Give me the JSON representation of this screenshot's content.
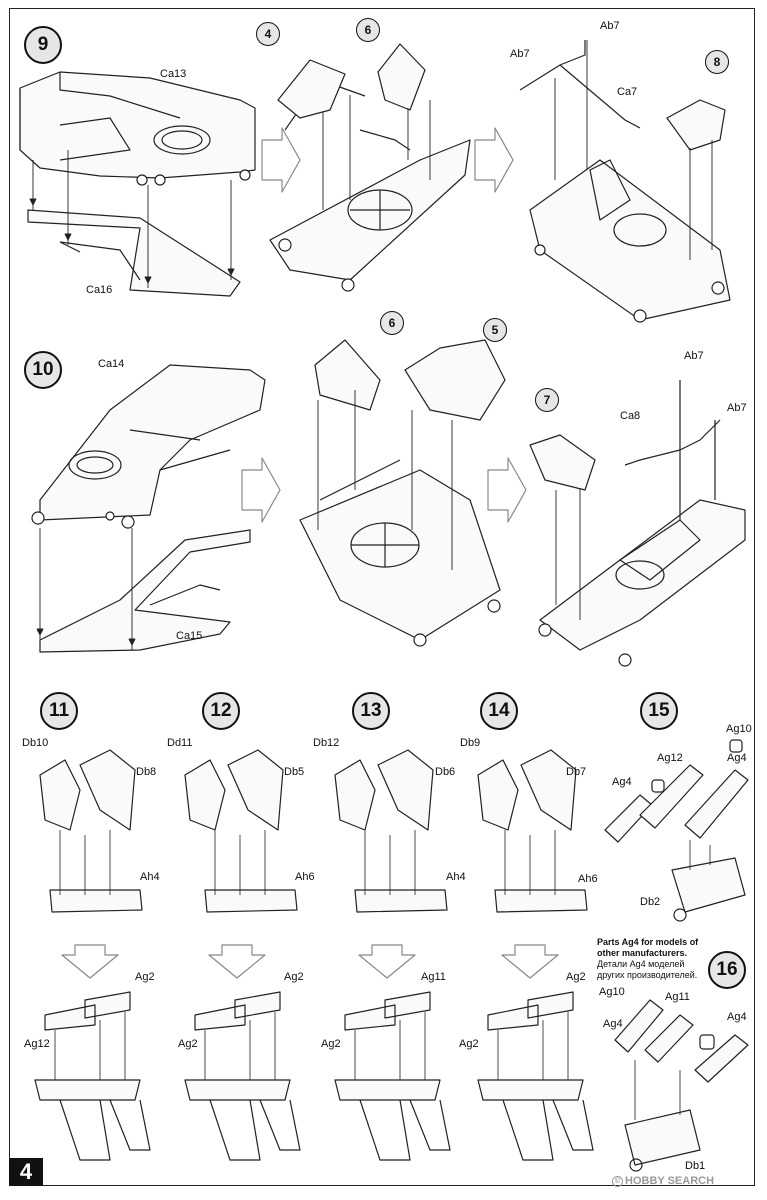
{
  "page_number": "4",
  "steps": {
    "s9": "9",
    "s10": "10",
    "s11": "11",
    "s12": "12",
    "s13": "13",
    "s14": "14",
    "s15": "15",
    "s16": "16"
  },
  "sub_steps": {
    "sub4": "4",
    "sub6a": "6",
    "sub8": "8",
    "sub6b": "6",
    "sub5": "5",
    "sub7": "7"
  },
  "labels": {
    "ca13": "Ca13",
    "ca16": "Ca16",
    "ab7_1": "Ab7",
    "ab7_2": "Ab7",
    "ca7": "Ca7",
    "ca14": "Ca14",
    "ca15": "Ca15",
    "ab7_3": "Ab7",
    "ab7_4": "Ab7",
    "ca8": "Ca8",
    "db10": "Db10",
    "db8": "Db8",
    "ah4_a": "Ah4",
    "dd11": "Dd11",
    "db5": "Db5",
    "ah6_a": "Ah6",
    "db12": "Db12",
    "db6": "Db6",
    "ah4_b": "Ah4",
    "db9": "Db9",
    "db7": "Db7",
    "ah6_b": "Ah6",
    "ag2_11": "Ag2",
    "ag12_11": "Ag12",
    "ag2_12a": "Ag2",
    "ag2_12b": "Ag2",
    "ag11_13": "Ag11",
    "ag2_13": "Ag2",
    "ag2_14a": "Ag2",
    "ag2_14b": "Ag2",
    "ag10_15": "Ag10",
    "ag12_15": "Ag12",
    "ag4_15a": "Ag4",
    "ag4_15b": "Ag4",
    "db2": "Db2",
    "ag10_16": "Ag10",
    "ag4_16a": "Ag4",
    "ag11_16": "Ag11",
    "ag4_16b": "Ag4",
    "db1": "Db1"
  },
  "note": {
    "en": "Parts Ag4 for models of other manufacturers.",
    "ru": "Детали Ag4 моделей других производителей."
  },
  "watermark": "HOBBY SEARCH"
}
